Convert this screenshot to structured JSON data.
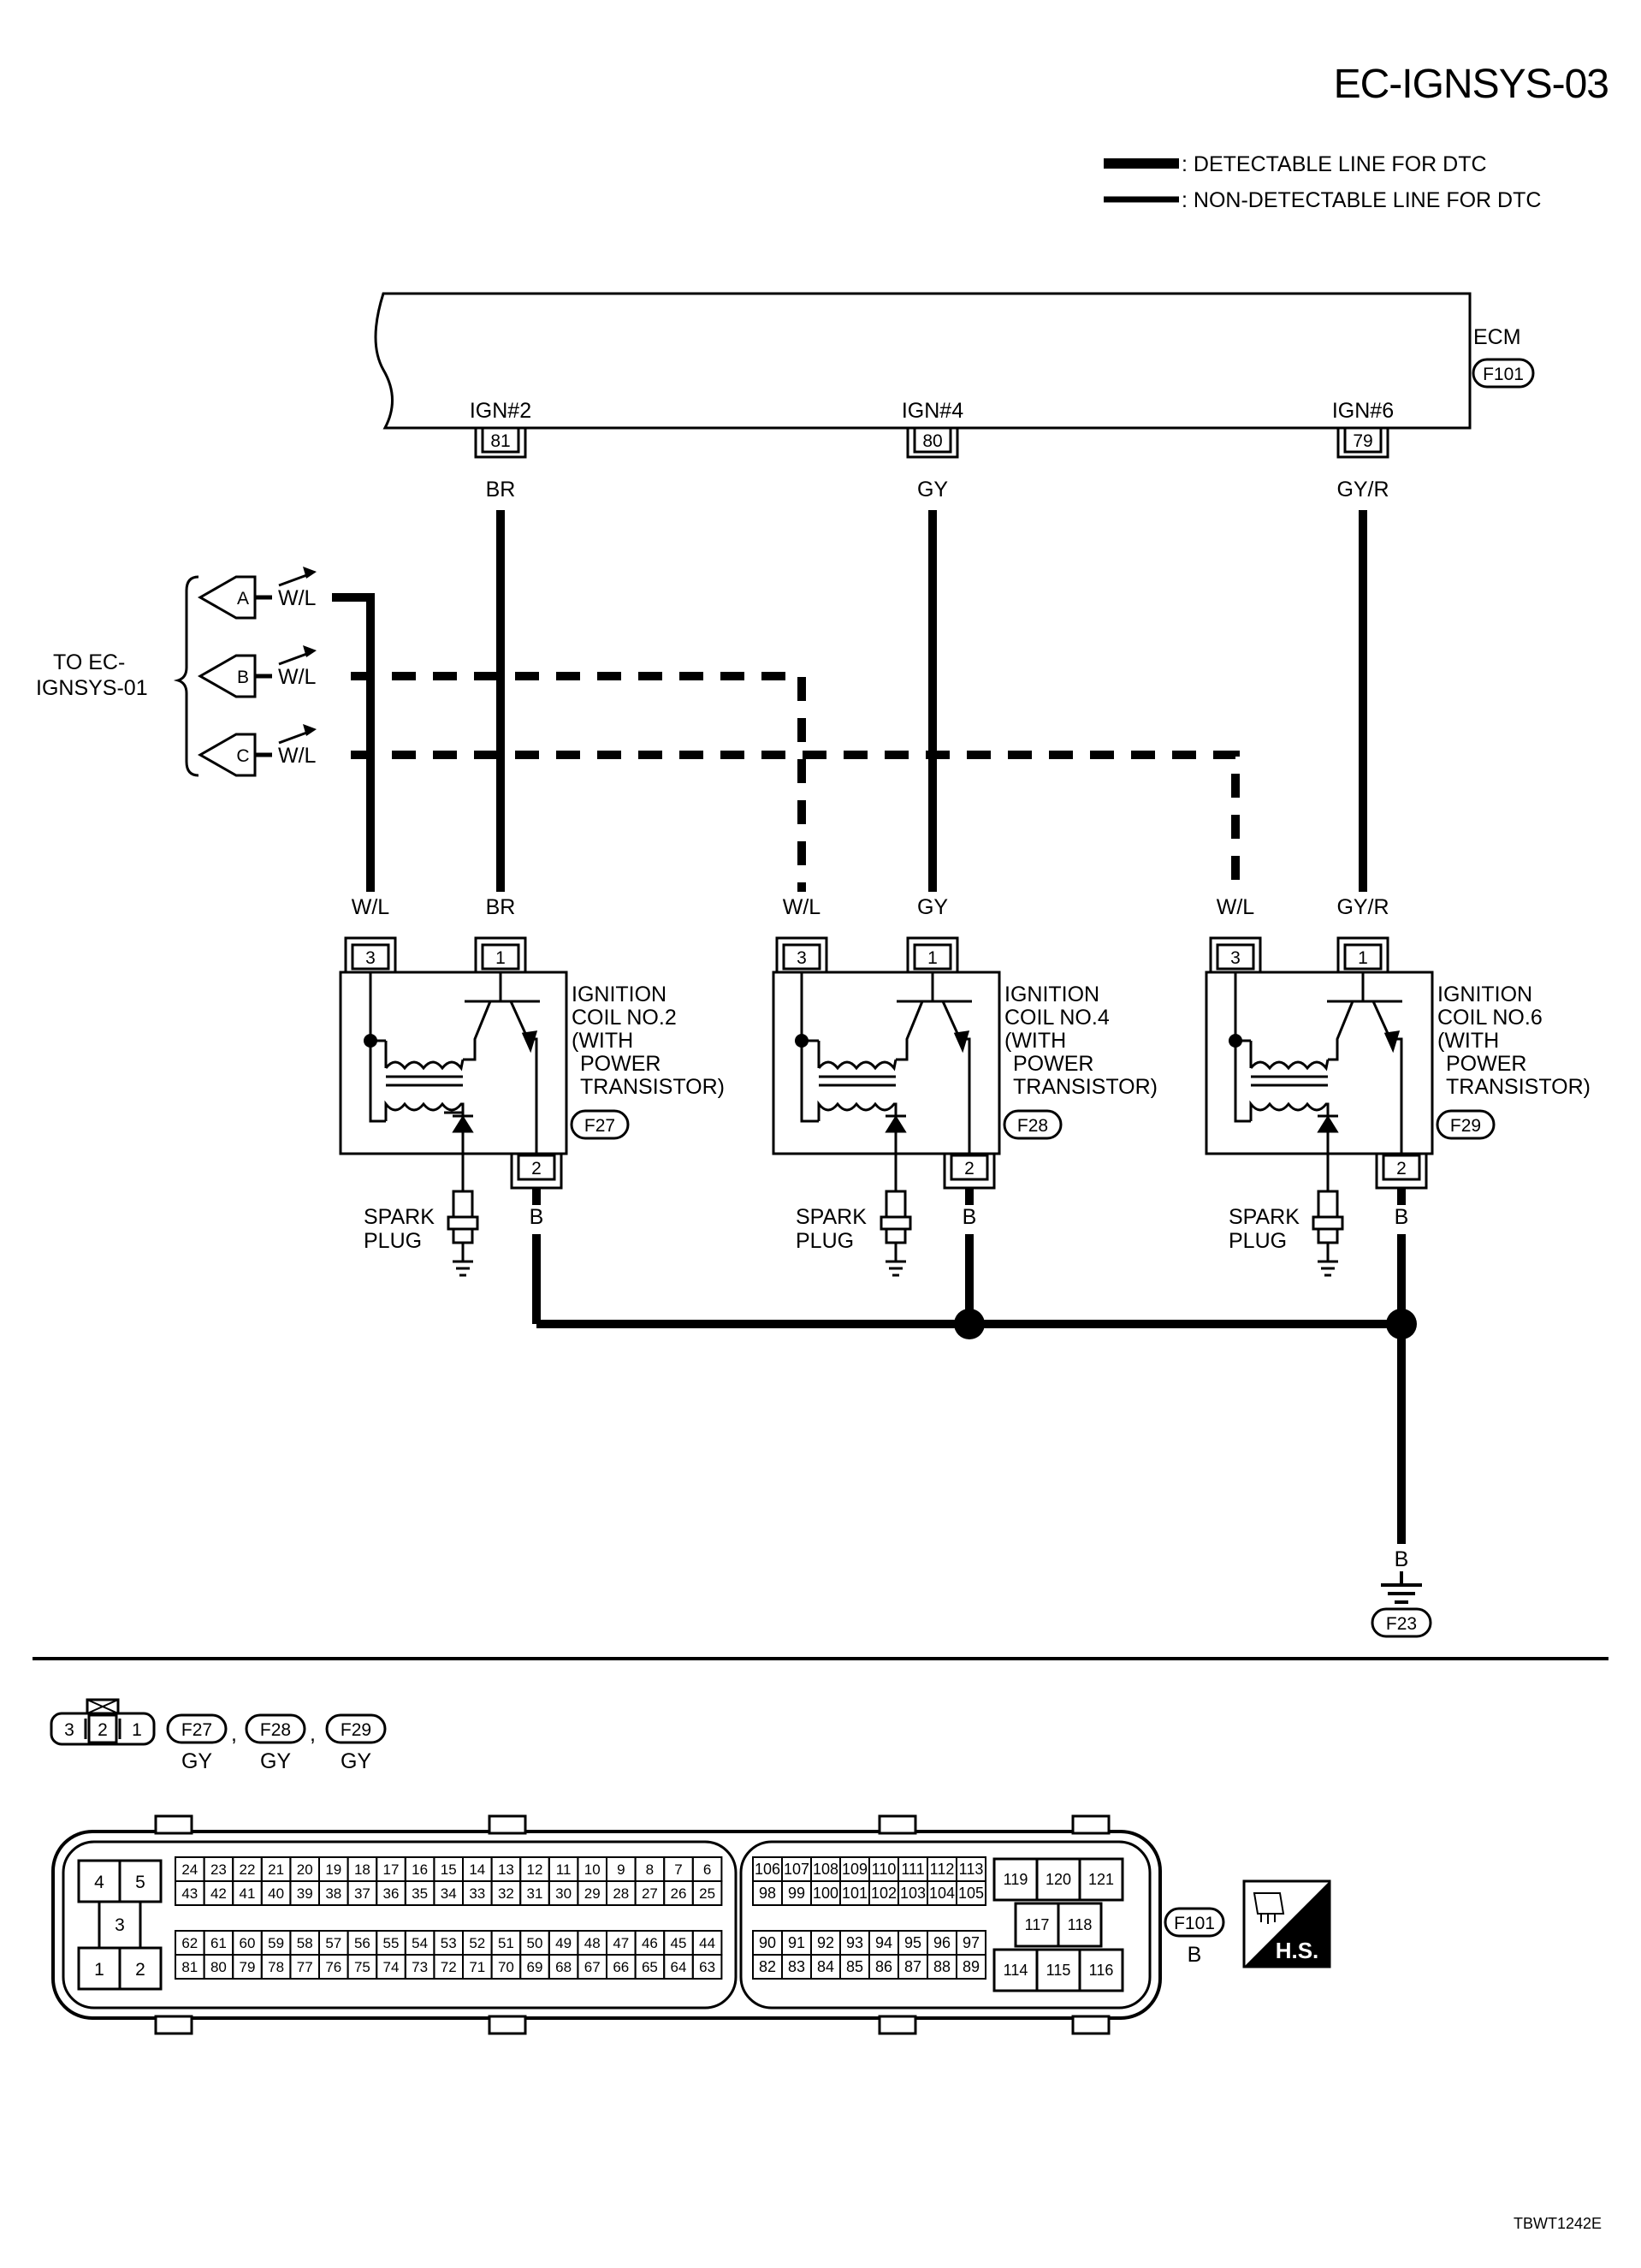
{
  "page_id": "EC-IGNSYS-03",
  "legend": {
    "detectable": ": DETECTABLE LINE FOR DTC",
    "non_detectable": ": NON-DETECTABLE LINE FOR DTC"
  },
  "ecm": {
    "name": "ECM",
    "connector": "F101"
  },
  "ecm_terminals": [
    {
      "signal": "IGN#2",
      "pin": "81",
      "wire": "BR"
    },
    {
      "signal": "IGN#4",
      "pin": "80",
      "wire": "GY"
    },
    {
      "signal": "IGN#6",
      "pin": "79",
      "wire": "GY/R"
    }
  ],
  "to_ref": {
    "text_line1": "TO EC-",
    "text_line2": "IGNSYS-01"
  },
  "to_connectors": [
    {
      "id": "A",
      "wire": "W/L"
    },
    {
      "id": "B",
      "wire": "W/L"
    },
    {
      "id": "C",
      "wire": "W/L"
    }
  ],
  "coils": [
    {
      "lines": [
        "IGNITION",
        "COIL NO.2",
        "(WITH",
        "POWER",
        "TRANSISTOR)"
      ],
      "connector": "F27",
      "pin3_wire": "W/L",
      "pin1_wire": "BR",
      "pin2_wire": "B",
      "pin3": "3",
      "pin1": "1",
      "pin2": "2",
      "spark_line1": "SPARK",
      "spark_line2": "PLUG"
    },
    {
      "lines": [
        "IGNITION",
        "COIL NO.4",
        "(WITH",
        "POWER",
        "TRANSISTOR)"
      ],
      "connector": "F28",
      "pin3_wire": "W/L",
      "pin1_wire": "GY",
      "pin2_wire": "B",
      "pin3": "3",
      "pin1": "1",
      "pin2": "2",
      "spark_line1": "SPARK",
      "spark_line2": "PLUG"
    },
    {
      "lines": [
        "IGNITION",
        "COIL NO.6",
        "(WITH",
        "POWER",
        "TRANSISTOR)"
      ],
      "connector": "F29",
      "pin3_wire": "W/L",
      "pin1_wire": "GY/R",
      "pin2_wire": "B",
      "pin3": "3",
      "pin1": "1",
      "pin2": "2",
      "spark_line1": "SPARK",
      "spark_line2": "PLUG"
    }
  ],
  "ground": {
    "wire": "B",
    "connector": "F23"
  },
  "connector_views": {
    "coil_connector_pins": [
      "3",
      "2",
      "1"
    ],
    "coil_connectors": [
      {
        "id": "F27",
        "color": "GY"
      },
      {
        "id": "F28",
        "color": "GY"
      },
      {
        "id": "F29",
        "color": "GY"
      }
    ],
    "separator": ",",
    "ecm_connector": {
      "id": "F101",
      "color": "B"
    },
    "hs_label": "H.S.",
    "ecm_block_left": [
      "4",
      "5",
      "3",
      "1",
      "2"
    ],
    "ecm_rows_main": [
      [
        "24",
        "23",
        "22",
        "21",
        "20",
        "19",
        "18",
        "17",
        "16",
        "15",
        "14",
        "13",
        "12",
        "11",
        "10",
        "9",
        "8",
        "7",
        "6"
      ],
      [
        "43",
        "42",
        "41",
        "40",
        "39",
        "38",
        "37",
        "36",
        "35",
        "34",
        "33",
        "32",
        "31",
        "30",
        "29",
        "28",
        "27",
        "26",
        "25"
      ],
      [
        "62",
        "61",
        "60",
        "59",
        "58",
        "57",
        "56",
        "55",
        "54",
        "53",
        "52",
        "51",
        "50",
        "49",
        "48",
        "47",
        "46",
        "45",
        "44"
      ],
      [
        "81",
        "80",
        "79",
        "78",
        "77",
        "76",
        "75",
        "74",
        "73",
        "72",
        "71",
        "70",
        "69",
        "68",
        "67",
        "66",
        "65",
        "64",
        "63"
      ]
    ],
    "ecm_rows_right": [
      [
        "106",
        "107",
        "108",
        "109",
        "110",
        "111",
        "112",
        "113"
      ],
      [
        "98",
        "99",
        "100",
        "101",
        "102",
        "103",
        "104",
        "105"
      ],
      [
        "90",
        "91",
        "92",
        "93",
        "94",
        "95",
        "96",
        "97"
      ],
      [
        "82",
        "83",
        "84",
        "85",
        "86",
        "87",
        "88",
        "89"
      ]
    ],
    "ecm_power_pins": [
      "119",
      "120",
      "121",
      "117",
      "118",
      "114",
      "115",
      "116"
    ]
  },
  "figure_code": "TBWT1242E"
}
